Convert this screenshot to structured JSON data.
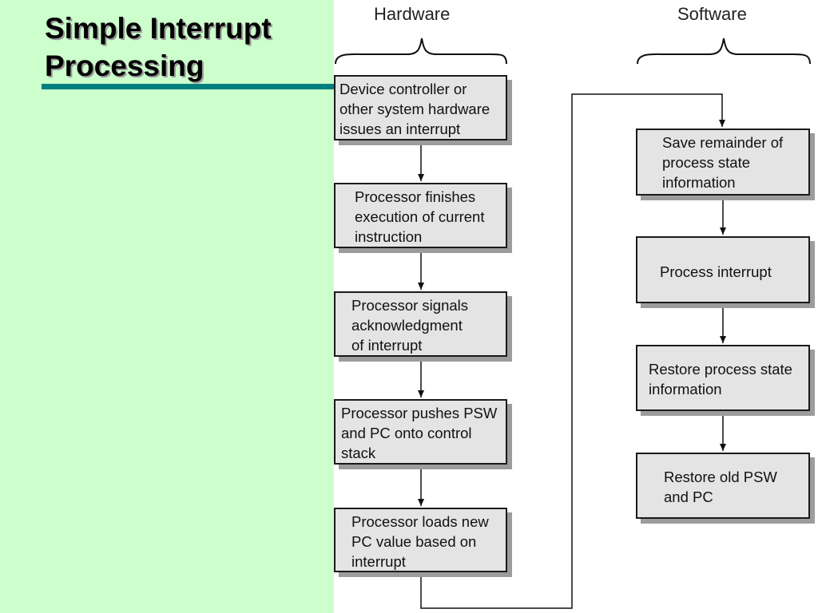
{
  "slide": {
    "title": "Simple Interrupt\nProcessing",
    "colors": {
      "background": "#ccffcc",
      "rule": "#007f7f",
      "box_fill": "#e4e4e4",
      "box_shadow": "#9c9c9c"
    }
  },
  "diagram": {
    "hardware_label": "Hardware",
    "software_label": "Software",
    "hardware_steps": [
      "Device controller or\nother system hardware\nissues an interrupt",
      "Processor finishes\nexecution of current\ninstruction",
      "Processor signals\nacknowledgment\nof interrupt",
      "Processor pushes PSW\nand PC onto control\nstack",
      "Processor loads new\nPC value based on\ninterrupt"
    ],
    "software_steps": [
      "Save remainder of\nprocess state\ninformation",
      "Process interrupt",
      "Restore process state\ninformation",
      "Restore old PSW\nand PC"
    ]
  }
}
